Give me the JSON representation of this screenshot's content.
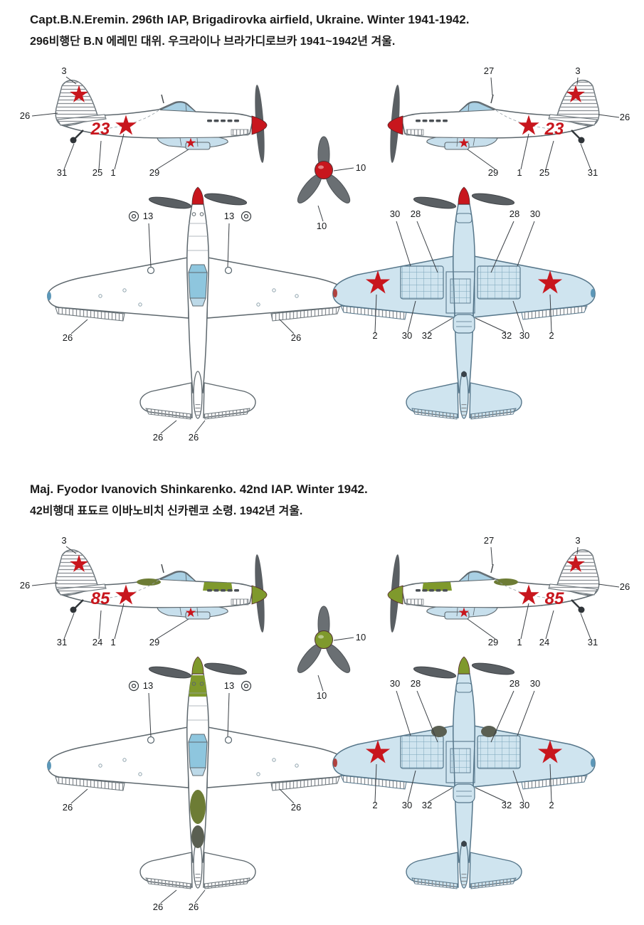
{
  "document": {
    "type": "decal-and-painting-guide",
    "accent_red": "#c8161d"
  },
  "sections": [
    {
      "title_en": "Capt.B.N.Eremin. 296th IAP, Brigadirovka airfield, Ukraine. Winter 1941-1942.",
      "title_ko": "296비행단 B.N 에레민 대위. 우크라이나 브라가디로브카 1941~1942년 겨울.",
      "aircraft_number": "23",
      "colors": {
        "spinner": "#c8161d",
        "patch": "none",
        "camo": "none",
        "camo2": "none"
      },
      "side_left": {
        "callouts": [
          "3",
          "26",
          "31",
          "25",
          "1",
          "29"
        ]
      },
      "side_right": {
        "callouts": [
          "27",
          "3",
          "26",
          "29",
          "1",
          "25",
          "31"
        ]
      },
      "prop": {
        "callouts": [
          "10",
          "10"
        ]
      },
      "top": {
        "callouts": [
          "13",
          "13",
          "26",
          "26",
          "26",
          "26"
        ]
      },
      "bottom": {
        "callouts": [
          "30",
          "28",
          "28",
          "30",
          "2",
          "30",
          "32",
          "32",
          "30",
          "2"
        ]
      }
    },
    {
      "title_en": "Maj. Fyodor Ivanovich Shinkarenko. 42nd IAP. Winter 1942.",
      "title_ko": "42비행대 표됴르 이바노비치 신카렌코 소령. 1942년 겨울.",
      "aircraft_number": "85",
      "colors": {
        "spinner": "#7f992c",
        "patch": "#7f992c",
        "camo": "#6d7c35",
        "camo2": "#5a5f52"
      },
      "side_left": {
        "callouts": [
          "3",
          "26",
          "31",
          "24",
          "1",
          "29"
        ]
      },
      "side_right": {
        "callouts": [
          "27",
          "3",
          "26",
          "29",
          "1",
          "24",
          "31"
        ]
      },
      "prop": {
        "callouts": [
          "10",
          "10"
        ]
      },
      "top": {
        "callouts": [
          "13",
          "13",
          "26",
          "26",
          "26",
          "26"
        ]
      },
      "bottom": {
        "callouts": [
          "30",
          "28",
          "28",
          "30",
          "2",
          "30",
          "32",
          "32",
          "30",
          "2"
        ]
      }
    }
  ]
}
